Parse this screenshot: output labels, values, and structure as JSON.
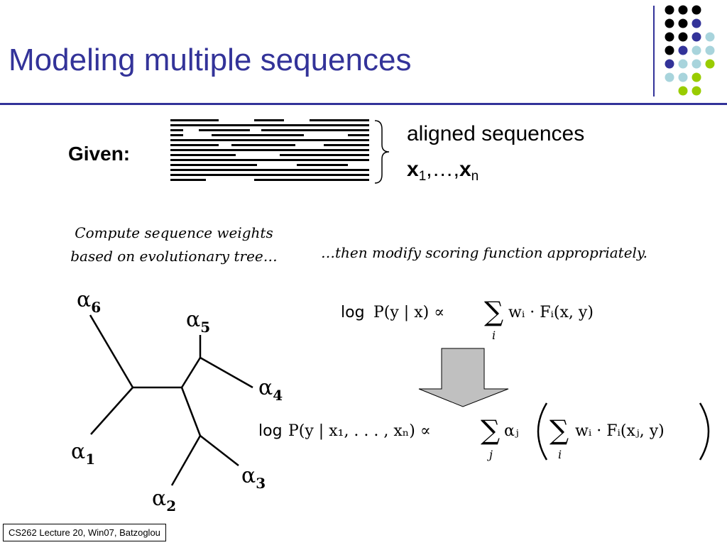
{
  "slide": {
    "title": "Modeling multiple sequences",
    "given_label": "Given:",
    "aligned_label": "aligned sequences",
    "sequences_notation": {
      "x_symbol": "x",
      "first_subscript": "1",
      "separator": ",…,",
      "last_subscript": "n"
    },
    "left_caption_line1": "Compute sequence weights",
    "left_caption_line2": "based on evolutionary tree…",
    "right_caption": "…then modify scoring function appropriately.",
    "footer": "CS262 Lecture 20, Win07, Batzoglou"
  },
  "tree": {
    "alpha_symbol": "α",
    "leaf_labels": [
      "6",
      "5",
      "4",
      "1",
      "3",
      "2"
    ]
  },
  "formulas": {
    "log_word": "log",
    "formula1": {
      "lhs": "P(y | x) ∝",
      "sum_index": "i",
      "rhs": "wᵢ · Fᵢ(x, y)"
    },
    "formula2": {
      "lhs": "P(y | x₁, . . . , xₙ) ∝",
      "outer_sum_index": "j",
      "outer_weight": "αⱼ",
      "inner_sum_index": "i",
      "inner_rhs": "wᵢ · Fᵢ(xⱼ, y)"
    }
  },
  "colors": {
    "title": "#333399",
    "dot_black": "#000000",
    "dot_purple": "#333399",
    "dot_lightblue": "#a8d4dc",
    "dot_green": "#99cc00",
    "arrow_fill": "#c0c0c0"
  }
}
